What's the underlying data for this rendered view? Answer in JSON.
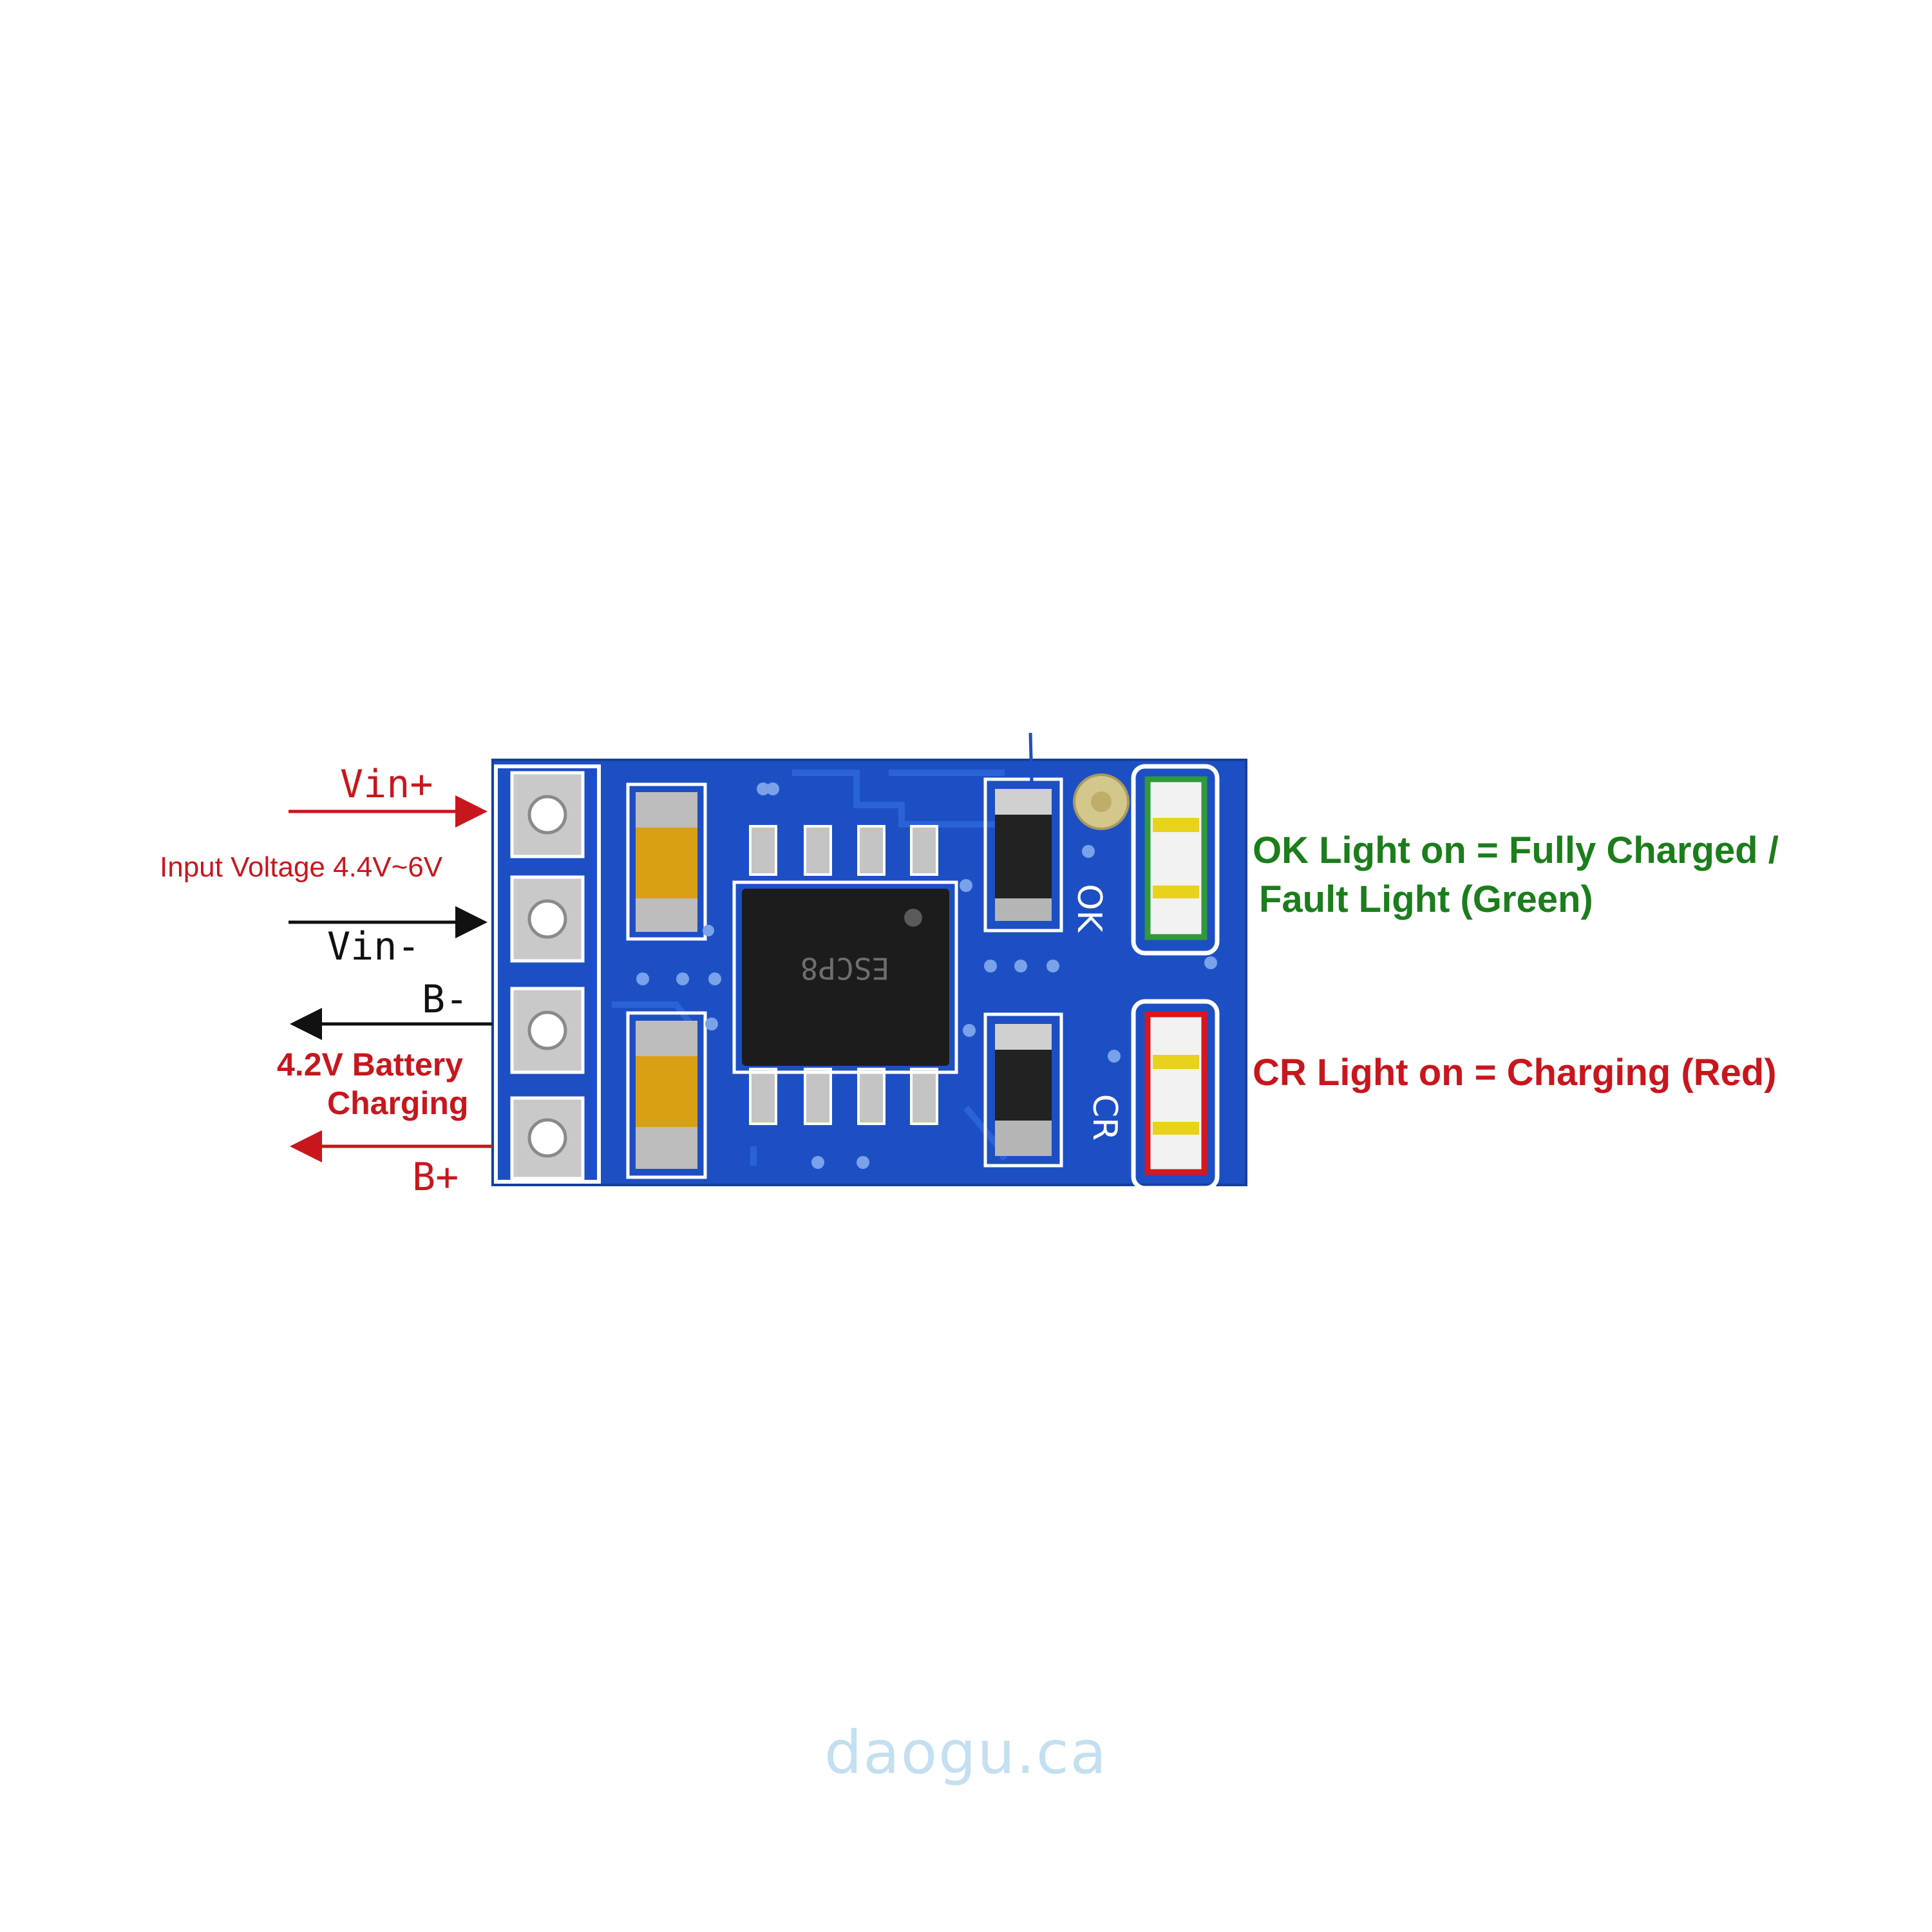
{
  "labels": {
    "vin_plus": "Vin+",
    "input_voltage": "Input Voltage 4.4V~6V",
    "vin_minus": "Vin-",
    "b_minus": "B-",
    "battery_line1": "4.2V Battery",
    "battery_line2": "Charging",
    "b_plus": "B+",
    "ok_line1": "OK Light on = Fully Charged /",
    "ok_line2": "Fault Light (Green)",
    "cr_line": "CR Light on = Charging (Red)"
  },
  "board": {
    "chip_marking": "ESCP8",
    "silk_ok": "OK",
    "silk_cr": "CR"
  },
  "watermark": "daogu.ca",
  "colors": {
    "pcb_blue": "#1d4fc4",
    "label_red": "#c8161d",
    "label_green": "#1b7d1b",
    "label_black": "#111111",
    "led_green": "#2e9a3a",
    "led_red": "#d8161d",
    "watermark": "#c3dff0"
  }
}
